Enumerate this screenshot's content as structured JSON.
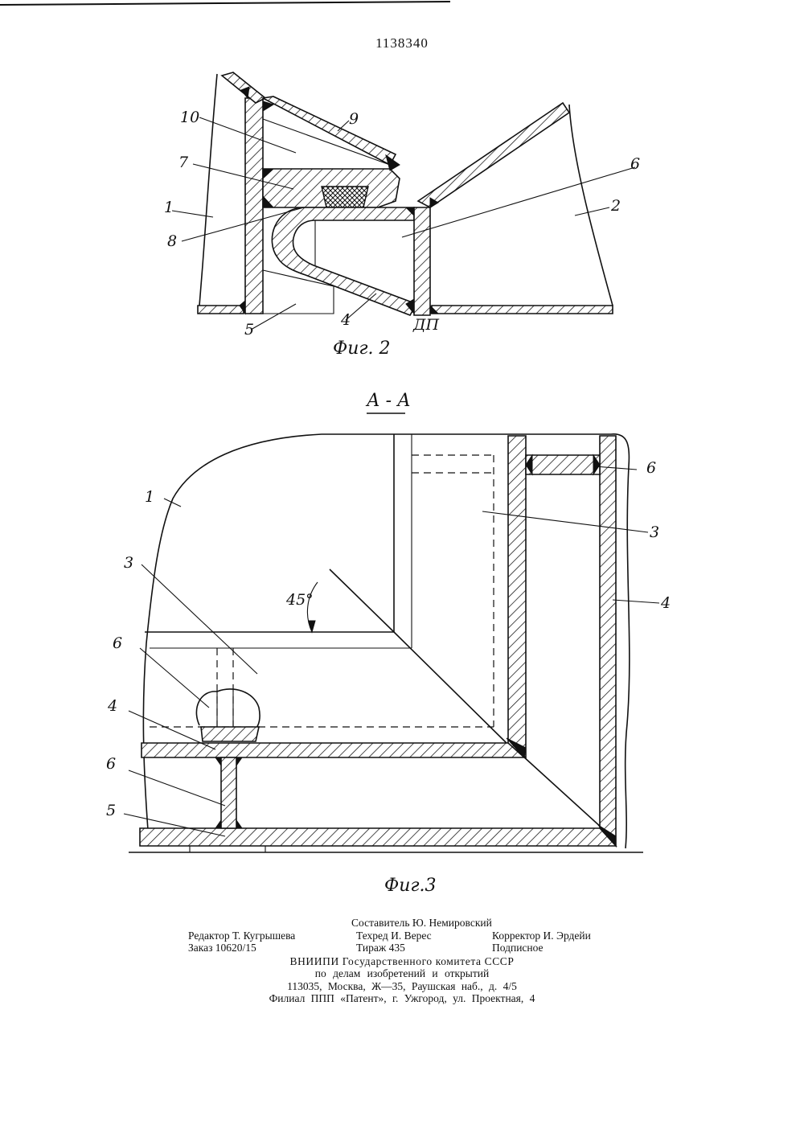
{
  "header": {
    "patent_number": "1138340"
  },
  "figure2": {
    "caption": "Фиг. 2",
    "labels": {
      "l10": "10",
      "l9": "9",
      "l7": "7",
      "l6": "6",
      "l1": "1",
      "l2": "2",
      "l8": "8",
      "l5": "5",
      "l4": "4",
      "ldp": "ДП"
    }
  },
  "figure3": {
    "section_title": "А - А",
    "caption": "Фиг.3",
    "angle": "45°",
    "labels": {
      "l6a": "6",
      "l1": "1",
      "l3a": "3",
      "l3b": "3",
      "l4a": "4",
      "l6b": "6",
      "l4b": "4",
      "l6c": "6",
      "l5": "5"
    }
  },
  "colophon": {
    "compiler": "Составитель Ю. Немировский",
    "editor": "Редактор Т. Кугрышева",
    "techred": "Техред И. Верес",
    "corrector": "Корректор И. Эрдейи",
    "order": "Заказ 10620/15",
    "circulation": "Тираж 435",
    "subscription": "Подписное",
    "org1": "ВНИИПИ Государственного комитета СССР",
    "org2": "по делам изобретений и открытий",
    "address": "113035, Москва, Ж—35, Раушская наб., д. 4/5",
    "branch": "Филиал ППП «Патент», г. Ужгород, ул. Проектная, 4"
  }
}
